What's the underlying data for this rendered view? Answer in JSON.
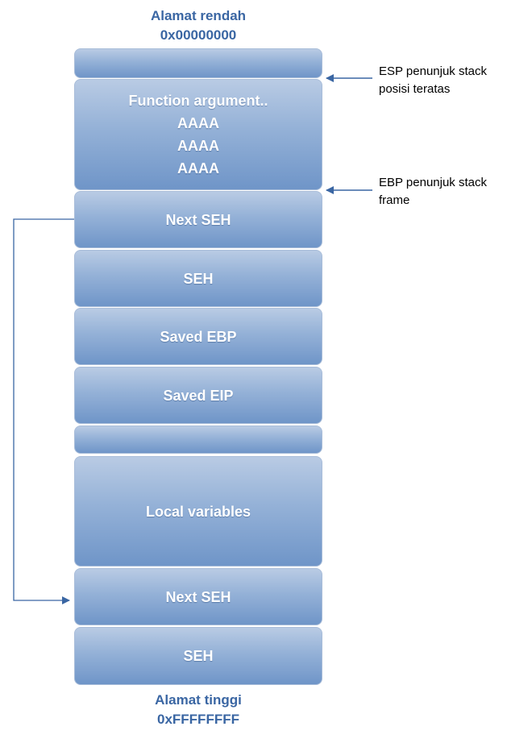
{
  "top_address": {
    "label": "Alamat rendah",
    "value": "0x00000000"
  },
  "bottom_address": {
    "label": "Alamat tinggi",
    "value": "0xFFFFFFFF"
  },
  "stack": [
    {
      "name": "empty-top",
      "lines": []
    },
    {
      "name": "function-argument",
      "lines": [
        "Function argument..",
        "AAAA",
        "AAAA",
        "AAAA"
      ]
    },
    {
      "name": "next-seh-1",
      "lines": [
        "Next SEH"
      ]
    },
    {
      "name": "seh-1",
      "lines": [
        "SEH"
      ]
    },
    {
      "name": "saved-ebp",
      "lines": [
        "Saved EBP"
      ]
    },
    {
      "name": "saved-eip",
      "lines": [
        "Saved EIP"
      ]
    },
    {
      "name": "empty-middle",
      "lines": []
    },
    {
      "name": "local-variables",
      "lines": [
        "Local variables"
      ]
    },
    {
      "name": "next-seh-2",
      "lines": [
        "Next SEH"
      ]
    },
    {
      "name": "seh-2",
      "lines": [
        "SEH"
      ]
    }
  ],
  "annotations": {
    "esp": {
      "line1": "ESP penunjuk stack",
      "line2": "posisi teratas"
    },
    "ebp": {
      "line1": "EBP penunjuk stack",
      "line2": "frame"
    }
  },
  "colors": {
    "accent": "#3a66a3",
    "block_top": "#b9cbe4",
    "block_bottom": "#6f95c8",
    "arrow": "#3a66a3"
  }
}
